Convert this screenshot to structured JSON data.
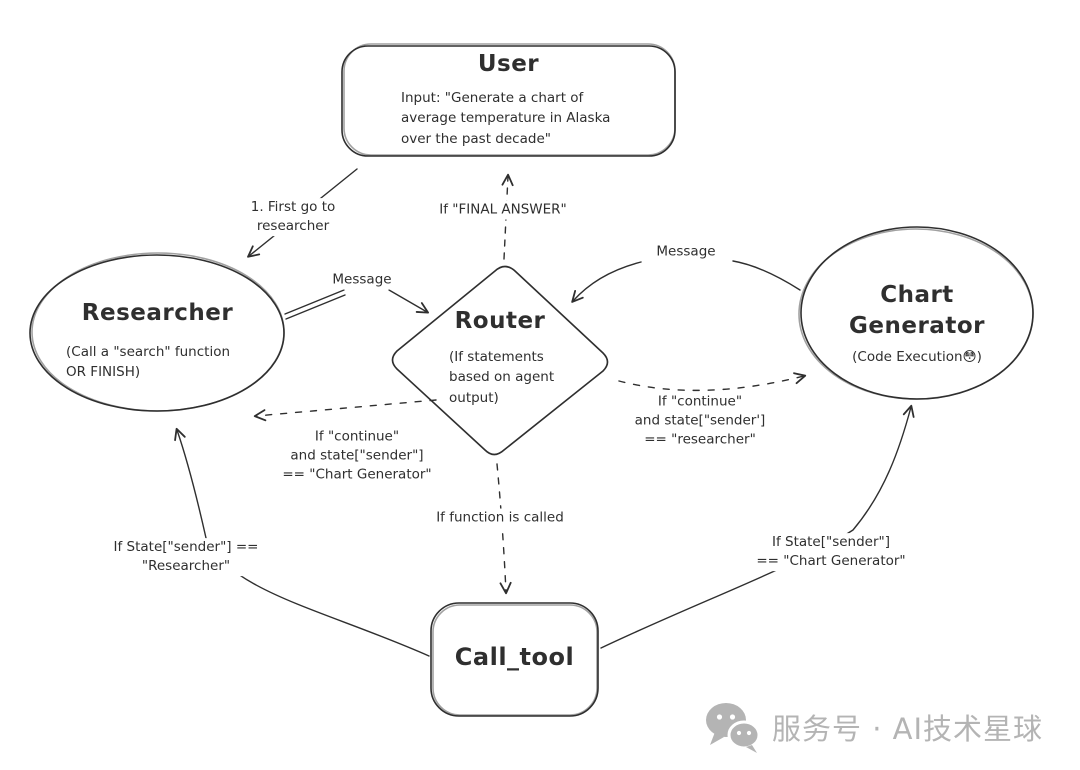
{
  "nodes": {
    "user": {
      "title": "User",
      "body": "Input: \"Generate a chart of\naverage temperature in Alaska\nover the past decade\""
    },
    "researcher": {
      "title": "Researcher",
      "body": "(Call a \"search\" function\nOR FINISH)"
    },
    "router": {
      "title": "Router",
      "body": "(If statements\nbased on agent\noutput)"
    },
    "chart_generator": {
      "title": "Chart\nGenerator",
      "body": "(Code Execution😳)"
    },
    "call_tool": {
      "title": "Call_tool"
    }
  },
  "edge_labels": {
    "first_go": "1. First go to\nresearcher",
    "final_answer": "If \"FINAL ANSWER\"",
    "message_left": "Message",
    "message_right": "Message",
    "continue_chart_generator": "If \"continue\"\nand state[\"sender\"]\n== \"Chart Generator\"",
    "continue_researcher": "If \"continue\"\nand state[\"sender']\n== \"researcher\"",
    "function_called": "If function is called",
    "sender_researcher": "If State[\"sender\"] ==\n\"Researcher\"",
    "sender_chart_generator": "If State[\"sender\"]\n== \"Chart Generator\""
  },
  "watermark": {
    "icon": "wechat-icon",
    "text": "服务号 · AI技术星球",
    "color": "#b4b4b4"
  },
  "colors": {
    "stroke": "#2f2f2f",
    "background": "#ffffff"
  }
}
